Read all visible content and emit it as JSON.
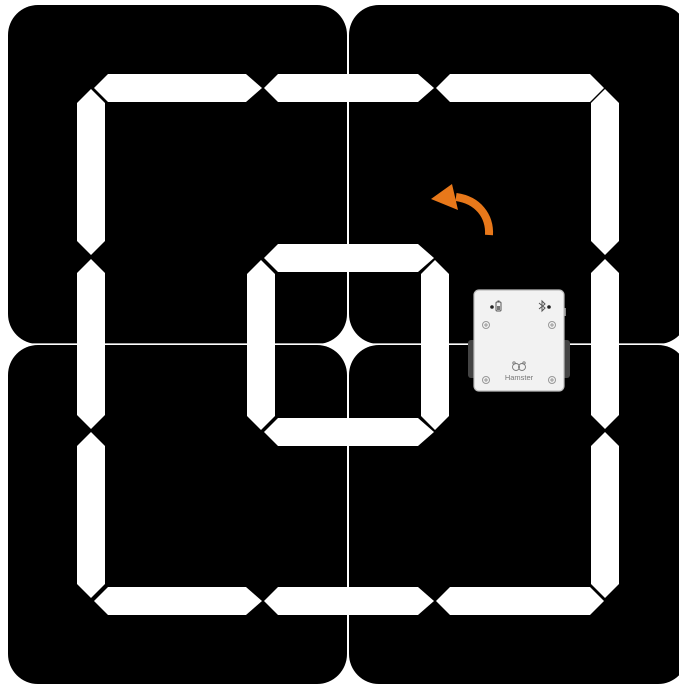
{
  "board": {
    "background": "#ffffff",
    "tile_color": "#000000",
    "track_color": "#ffffff",
    "tiles_per_row": 2,
    "tiles_per_col": 2
  },
  "robot": {
    "brand_label": "Hamster",
    "body_color": "#f2f2f2",
    "icons": [
      "battery-icon",
      "bluetooth-icon",
      "hamster-logo-icon",
      "screw-icon"
    ]
  },
  "direction_arrow": {
    "icon": "curved-arrow-counterclockwise-icon",
    "color": "#e8781a"
  }
}
